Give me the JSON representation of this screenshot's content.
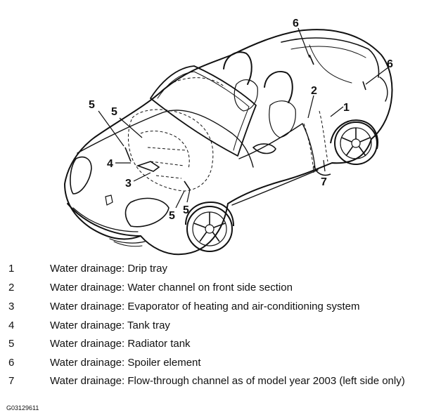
{
  "callouts": {
    "c1": "1",
    "c2": "2",
    "c3": "3",
    "c4": "4",
    "c5a": "5",
    "c5b": "5",
    "c5c": "5",
    "c5d": "5",
    "c6a": "6",
    "c6b": "6",
    "c7": "7"
  },
  "legend": [
    {
      "num": "1",
      "text": "Water drainage: Drip tray"
    },
    {
      "num": "2",
      "text": "Water drainage: Water channel on front side section"
    },
    {
      "num": "3",
      "text": "Water drainage: Evaporator of heating and air-conditioning system"
    },
    {
      "num": "4",
      "text": "Water drainage: Tank tray"
    },
    {
      "num": "5",
      "text": "Water drainage: Radiator tank"
    },
    {
      "num": "6",
      "text": "Water drainage: Spoiler element"
    },
    {
      "num": "7",
      "text": "Water drainage: Flow-through channel as of model year 2003 (left side only)"
    }
  ],
  "figure_id": "G03129611"
}
